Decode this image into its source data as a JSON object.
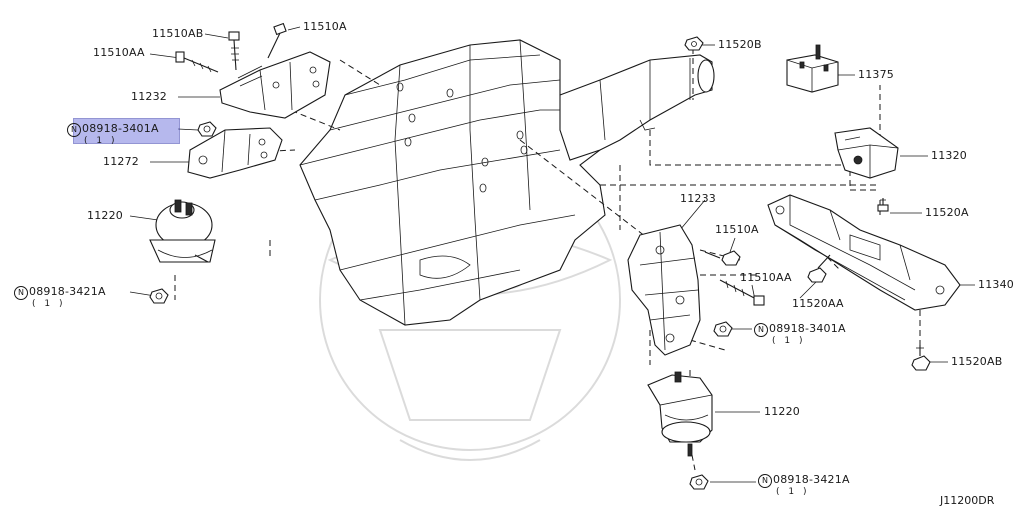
{
  "diagram": {
    "code": "J11200DR",
    "callouts": {
      "p11510AB": "11510AB",
      "p11510A_top": "11510A",
      "p11510AA_top": "11510AA",
      "p11232": "11232",
      "p08918_3401A_left": "08918-3401A",
      "p08918_3401A_left_qty": "( 1 )",
      "p11272": "11272",
      "p11220_left": "11220",
      "p08918_3421A_left": "08918-3421A",
      "p08918_3421A_left_qty": "( 1 )",
      "p11520B": "11520B",
      "p11375": "11375",
      "p11320": "11320",
      "p11520A": "11520A",
      "p11233": "11233",
      "p11510A_right": "11510A",
      "p11510AA_right": "11510AA",
      "p11520AA": "11520AA",
      "p11340": "11340",
      "p08918_3401A_right": "08918-3401A",
      "p08918_3401A_right_qty": "( 1 )",
      "p11520AB": "11520AB",
      "p11220_right": "11220",
      "p08918_3421A_right": "08918-3421A",
      "p08918_3421A_right_qty": "( 1 )"
    },
    "nut_symbol": "N",
    "highlight_color": "#7b7fe0"
  }
}
